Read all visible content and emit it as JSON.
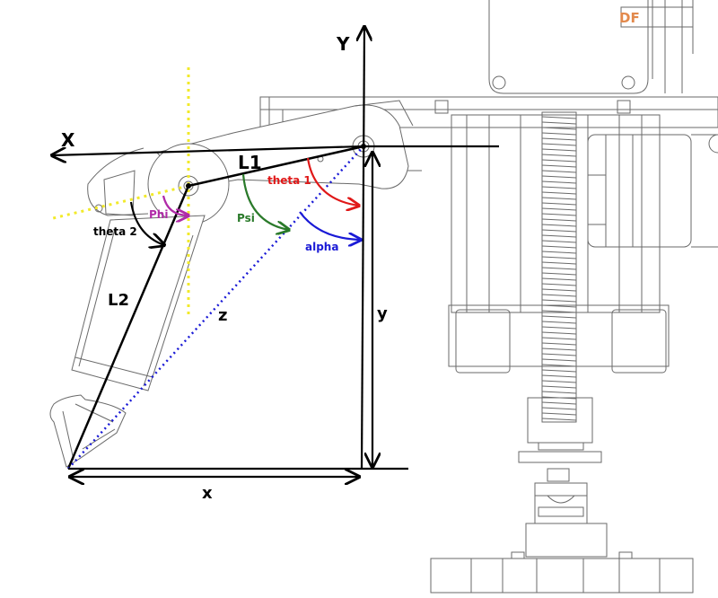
{
  "brand_text": "DF",
  "axes": {
    "x_label": "X",
    "y_label": "Y"
  },
  "links": {
    "l1": "L1",
    "l2": "L2",
    "z": "z"
  },
  "distances": {
    "x": "x",
    "y": "y"
  },
  "angles": {
    "theta1": "theta 1",
    "theta2": "theta 2",
    "phi": "Phi",
    "psi": "Psi",
    "alpha": "alpha"
  },
  "colors": {
    "line": "#000000",
    "theta1": "#e01818",
    "theta2": "#000000",
    "phi": "#b02aa8",
    "psi": "#2a7a2a",
    "alpha": "#1a1ad6",
    "z_line": "#1a1ad6",
    "vertical_ref": "#f2ea2a",
    "brand": "#e2894c",
    "mechanism": "#6a6a6a"
  }
}
